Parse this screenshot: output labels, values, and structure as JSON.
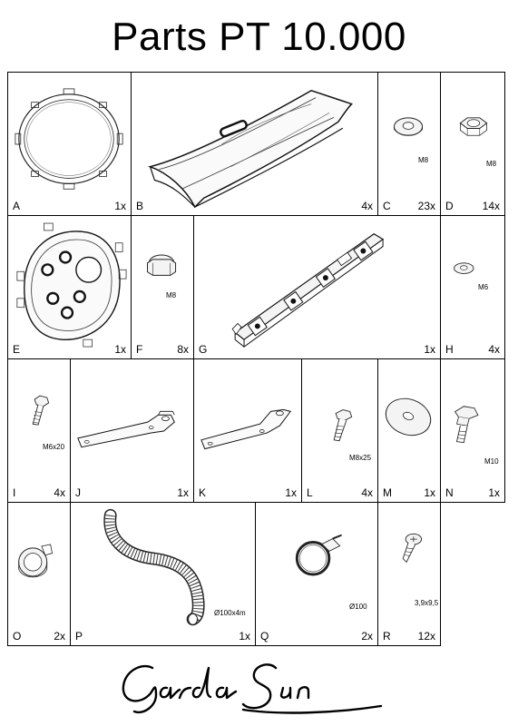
{
  "page": {
    "title": "Parts PT 10.000"
  },
  "parts": {
    "A": {
      "letter": "A",
      "count": "1x"
    },
    "B": {
      "letter": "B",
      "count": "4x"
    },
    "C": {
      "letter": "C",
      "count": "23x",
      "spec": "M8"
    },
    "D": {
      "letter": "D",
      "count": "14x",
      "spec": "M8"
    },
    "E": {
      "letter": "E",
      "count": "1x"
    },
    "F": {
      "letter": "F",
      "count": "8x",
      "spec": "M8"
    },
    "G": {
      "letter": "G",
      "count": "1x"
    },
    "H": {
      "letter": "H",
      "count": "4x",
      "spec": "M6"
    },
    "I": {
      "letter": "I",
      "count": "4x",
      "spec": "M6x20"
    },
    "J": {
      "letter": "J",
      "count": "1x"
    },
    "K": {
      "letter": "K",
      "count": "1x"
    },
    "L": {
      "letter": "L",
      "count": "4x",
      "spec": "M8x25"
    },
    "M": {
      "letter": "M",
      "count": "1x"
    },
    "N": {
      "letter": "N",
      "count": "1x",
      "spec": "M10"
    },
    "O": {
      "letter": "O",
      "count": "2x"
    },
    "P": {
      "letter": "P",
      "count": "1x",
      "spec": "Ø100x4m"
    },
    "Q": {
      "letter": "Q",
      "count": "2x",
      "spec": "Ø100"
    },
    "R": {
      "letter": "R",
      "count": "12x",
      "spec": "3,9x9,5"
    }
  },
  "brand": {
    "logo": "GardaSun"
  }
}
